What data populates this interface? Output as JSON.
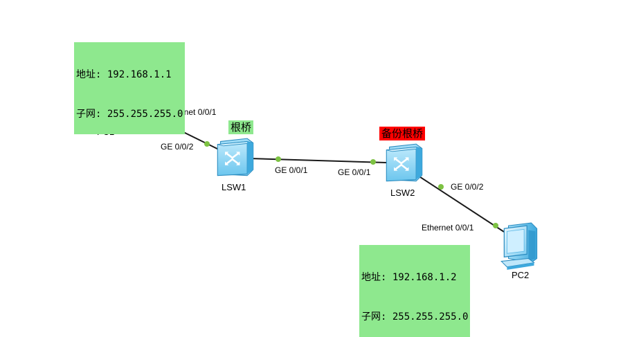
{
  "devices": {
    "pc1": {
      "name": "PC1"
    },
    "pc2": {
      "name": "PC2"
    },
    "lsw1": {
      "name": "LSW1"
    },
    "lsw2": {
      "name": "LSW2"
    }
  },
  "ports": {
    "pc1_eth": "Ethernet 0/0/1",
    "lsw1_g2": "GE 0/0/2",
    "lsw1_g1": "GE 0/0/1",
    "lsw2_g1": "GE 0/0/1",
    "lsw2_g2": "GE 0/0/2",
    "pc2_eth": "Ethernet 0/0/1"
  },
  "notes": {
    "pc1_address": "地址: 192.168.1.1",
    "pc1_subnet": "子网: 255.255.255.0",
    "pc2_address": "地址: 192.168.1.2",
    "pc2_subnet": "子网: 255.255.255.0",
    "root_bridge": "根桥",
    "backup_root_bridge": "备份根桥"
  },
  "colors": {
    "note_bg": "#8ee88e",
    "backup_bg": "#ff0000",
    "port_dot": "#7dc242",
    "link": "#1a1a1a"
  }
}
